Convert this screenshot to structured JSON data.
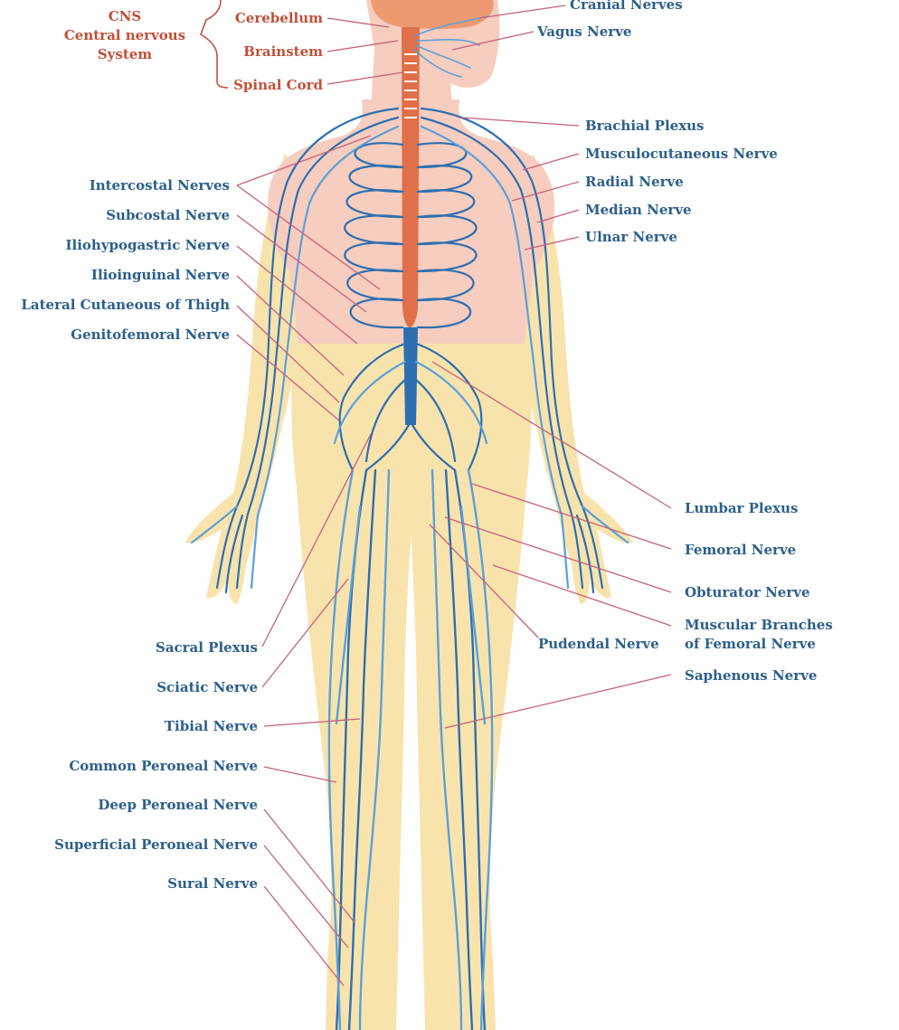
{
  "colors": {
    "label_blue": "#2c5f8a",
    "label_red": "#c0503a",
    "leader": "#c4627a",
    "nerve_dark": "#2d6fb0",
    "nerve_light": "#5aa0d8",
    "body_upper": "#f7cdbf",
    "body_lower": "#f9e3ad",
    "spinal_cord": "#e0704a"
  },
  "cns_group": {
    "lines": [
      "CNS",
      "Central nervous",
      "System"
    ],
    "items": [
      "Cerebellum",
      "Brainstem",
      "Spinal Cord"
    ]
  },
  "labels_right_top": [
    "Cranial Nerves",
    "Vagus Nerve",
    "Brachial Plexus",
    "Musculocutaneous Nerve",
    "Radial Nerve",
    "Median Nerve",
    "Ulnar Nerve"
  ],
  "labels_left_top": [
    "Intercostal Nerves",
    "Subcostal Nerve",
    "Iliohypogastric Nerve",
    "Ilioinguinal Nerve",
    "Lateral Cutaneous of Thigh",
    "Genitofemoral Nerve"
  ],
  "labels_right_bottom": [
    "Lumbar Plexus",
    "Femoral Nerve",
    "Obturator Nerve",
    "Muscular Branches",
    "of Femoral Nerve",
    "Pudendal Nerve",
    "Saphenous Nerve"
  ],
  "labels_left_bottom": [
    "Sacral Plexus",
    "Sciatic Nerve",
    "Tibial Nerve",
    "Common Peroneal Nerve",
    "Deep Peroneal Nerve",
    "Superficial Peroneal Nerve",
    "Sural Nerve"
  ]
}
